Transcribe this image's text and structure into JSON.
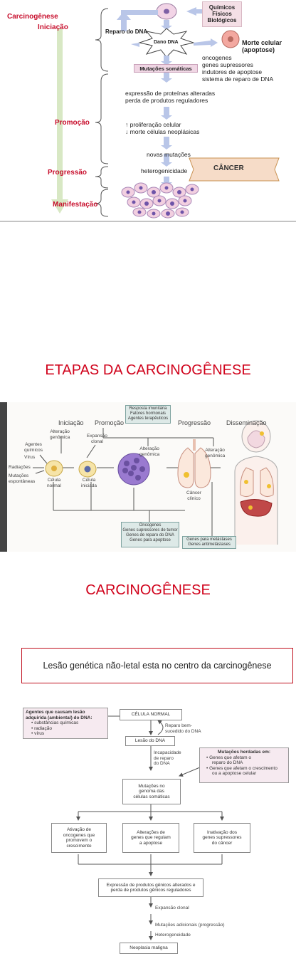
{
  "diagram1": {
    "stages": {
      "carcinogenese": "Carcinogênese",
      "iniciacao": "Iniciação",
      "promocao": "Promoção",
      "progressao": "Progressão",
      "manifestacao": "Manifestação"
    },
    "agents": [
      "Químicos",
      "Físicos",
      "Biológicos"
    ],
    "reparo_dna": "Reparo do DNA",
    "dano_dna": "Dano DNA",
    "morte_celular": [
      "Morte celular",
      "(apoptose)"
    ],
    "genes": [
      "oncogenes",
      "genes supressores",
      "indutores de apoptose",
      "sistema de reparo de DNA"
    ],
    "mutacoes_somaticas": "Mutações somáticas",
    "expressao": [
      "expressão de proteínas alteradas",
      "perda de produtos reguladores"
    ],
    "proliferacao": [
      "↑ proliferação celular",
      "↓ morte células neoplásicas"
    ],
    "novas_mutacoes": "novas mutações",
    "heterogenicidade": "heterogenicidade",
    "cancer": "CÂNCER"
  },
  "heading1": "ETAPAS DA CARCINOGÊNESE",
  "diagram2": {
    "stages": [
      "Iniciação",
      "Promoção",
      "Progressão",
      "Disseminação"
    ],
    "top_box": [
      "Resposta imunitária",
      "Fatores hormonais",
      "Agentes terapêuticos"
    ],
    "alteracao1": [
      "Alteração",
      "genômica"
    ],
    "agentes": [
      "Agentes",
      "químicos"
    ],
    "virus": "Vírus",
    "radiacoes": "Radiações",
    "mutacoes": [
      "Mutações",
      "espontâneas"
    ],
    "celula_normal": [
      "Célula",
      "normal"
    ],
    "expansao": [
      "Expansão",
      "clonal"
    ],
    "celula_iniciada": [
      "Célula",
      "iniciada"
    ],
    "alteracao2": [
      "Alteração",
      "genômica"
    ],
    "alteracao3": [
      "Alteração",
      "genômica"
    ],
    "cancer_clinico": [
      "Câncer",
      "clínico"
    ],
    "bottom_box": [
      "Oncogenes",
      "Genes supressores de tumor",
      "Genes de reparo do DNA",
      "Genes para apoptose"
    ],
    "right_box": [
      "Genes para metástases",
      "Genes antimetástases"
    ]
  },
  "heading2": "CARCINOGÊNESE",
  "statement": "Lesão genética não-letal esta no centro da carcinogênese",
  "diagram3": {
    "agentes_title": "Agentes que causam lesão adquirida (ambiental) do DNA:",
    "agentes_items": [
      "• substâncias químicas",
      "• radiação",
      "• vírus"
    ],
    "celula_normal": "CÉLULA NORMAL",
    "reparo": [
      "Reparo bem-",
      "sucedido do DNA"
    ],
    "lesao_dna": "Lesão do DNA",
    "incapacidade": [
      "Incapacidade",
      "de reparo",
      "do DNA"
    ],
    "herdadas_title": "Mutações herdadas em:",
    "herdadas_items": [
      "• Genes que afetam o",
      "reparo do DNA",
      "• Genes que afetam o crescimento",
      "ou a apoptose celular"
    ],
    "mutacoes": [
      "Mutações no",
      "genoma das",
      "células somáticas"
    ],
    "ativacao": [
      "Ativação de",
      "oncogenes que",
      "promovem o",
      "crescimento"
    ],
    "alteracoes": [
      "Alterações de",
      "genes que regulam",
      "a apoptose"
    ],
    "inativacao": [
      "Inativação dos",
      "genes supressores",
      "do câncer"
    ],
    "expressao": [
      "Expressão de produtos gênicos alterados e",
      "perda de produtos gênicos reguladores"
    ],
    "expansao": "Expansão clonal",
    "mutacoes_adicionais": "Mutações adicionais (progressão)",
    "heterogeneidade": "Heterogeneidade",
    "neoplasia": "Neoplasia maligna"
  }
}
